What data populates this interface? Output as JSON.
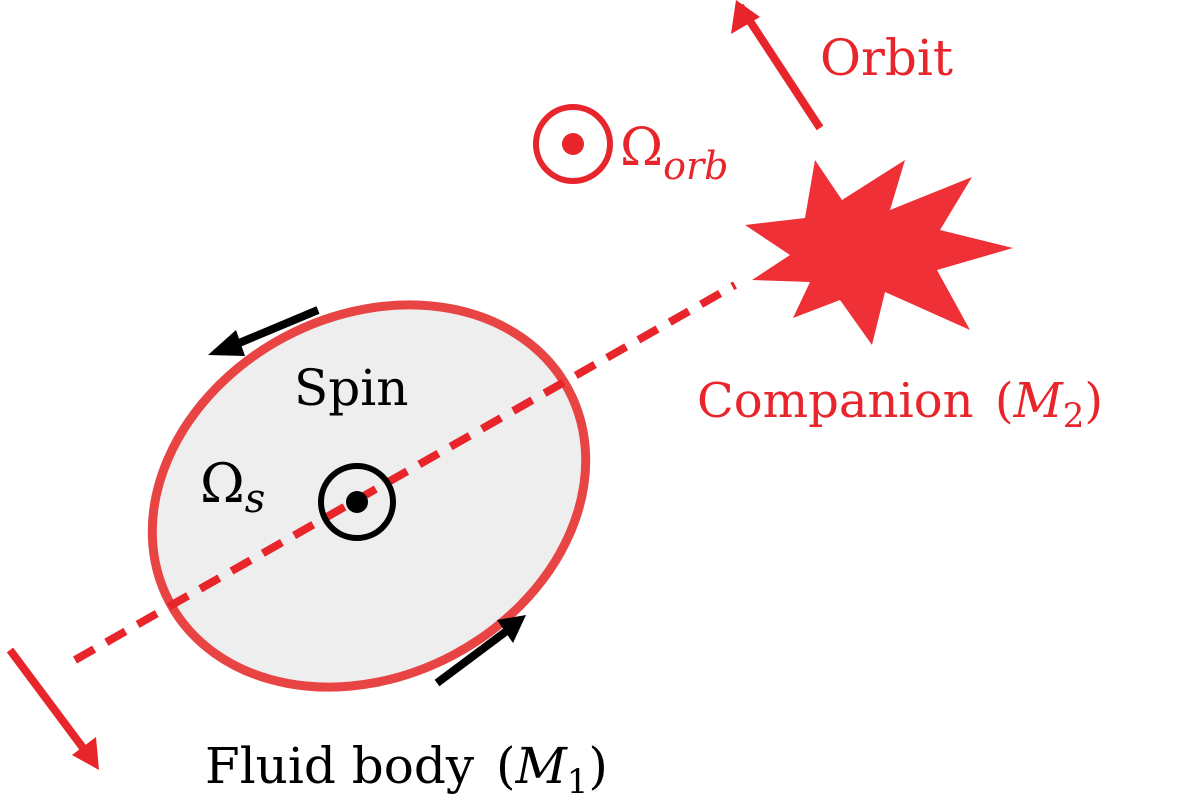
{
  "labels": {
    "orbit": "Orbit",
    "omega_orb_symbol": "Ω",
    "omega_orb_sub": "orb",
    "companion": "Companion",
    "companion_mass_symbol": "M",
    "companion_mass_sub": "2",
    "spin": "Spin",
    "omega_s_symbol": "Ω",
    "omega_s_sub": "s",
    "fluid_body": "Fluid body",
    "fluid_mass_symbol": "M",
    "fluid_mass_sub": "1",
    "open_paren": "(",
    "close_paren": ")"
  },
  "colors": {
    "red": "#e8252b",
    "body_fill": "#eeeeee",
    "body_stroke": "#e84444",
    "black": "#000000"
  },
  "icons": {
    "orbit_axis": "circle-dot-icon",
    "spin_axis": "circle-dot-icon",
    "companion": "starburst-icon"
  }
}
